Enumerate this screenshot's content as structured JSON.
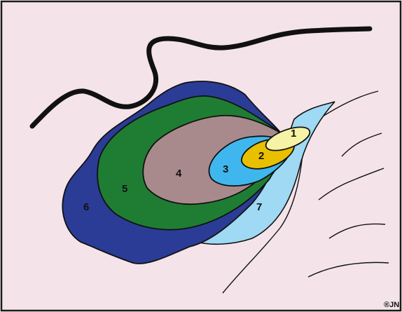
{
  "diagram": {
    "zones": [
      {
        "id": "1",
        "label": "1",
        "color": "#f6f3a6"
      },
      {
        "id": "2",
        "label": "2",
        "color": "#e8c000"
      },
      {
        "id": "3",
        "label": "3",
        "color": "#3fb7ee"
      },
      {
        "id": "4",
        "label": "4",
        "color": "#a98a8c"
      },
      {
        "id": "5",
        "label": "5",
        "color": "#1f7d33"
      },
      {
        "id": "6",
        "label": "6",
        "color": "#2b3c96"
      },
      {
        "id": "7",
        "label": "7",
        "color": "#9fd9f4"
      }
    ],
    "colors": {
      "background": "#f4e4ea",
      "frame": "#1a1a1a",
      "outline": "#111111",
      "thick_line": "#111111"
    },
    "credit": "®JN"
  }
}
